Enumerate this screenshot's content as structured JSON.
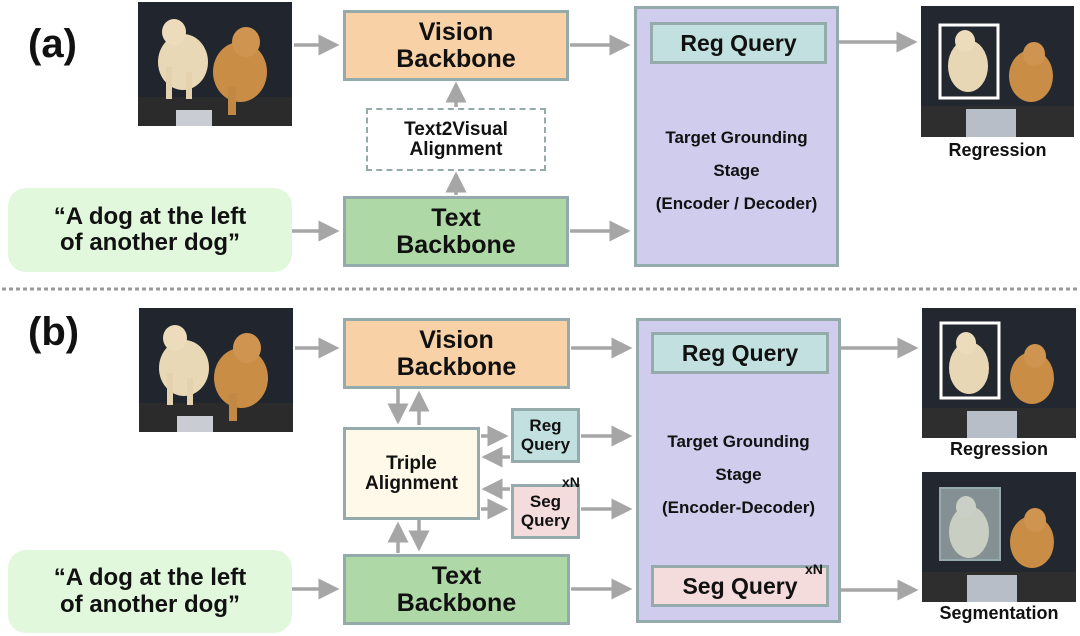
{
  "panels": {
    "a": {
      "label": "(a)",
      "image": {
        "name": "two dogs in car trunk"
      },
      "vision_backbone": "Vision\nBackbone",
      "text2visual": "Text2Visual\nAlignment",
      "text_backbone": "Text\nBackbone",
      "query_text": "“A dog at the left\nof another dog”",
      "grounding_stage": "Target Grounding\nStage\n(Encoder / Decoder)",
      "reg_query": "Reg Query",
      "output_caption": "Regression"
    },
    "b": {
      "label": "(b)",
      "image": {
        "name": "two dogs in car trunk"
      },
      "vision_backbone": "Vision\nBackbone",
      "triple_alignment": "Triple\nAlignment",
      "small_reg_query": "Reg\nQuery",
      "small_seg_query": "Seg\nQuery",
      "small_seg_multiplier": "xN",
      "text_backbone": "Text\nBackbone",
      "query_text": "“A dog at the left\nof another dog”",
      "grounding_stage": "Target Grounding\nStage\n(Encoder-Decoder)",
      "reg_query": "Reg Query",
      "seg_query": "Seg Query",
      "seg_multiplier": "xN",
      "output_caption_reg": "Regression",
      "output_caption_seg": "Segmentation"
    }
  },
  "colors": {
    "vision": "#f8d1a6",
    "text_backbone": "#aed9a7",
    "bubble": "#e1f8dd",
    "grounding": "#cfcced",
    "reg_query": "#c3e0e0",
    "seg_query": "#f5dcdc",
    "triple": "#fef9e9",
    "border": "#95abab",
    "arrow": "#a6a6a6"
  }
}
